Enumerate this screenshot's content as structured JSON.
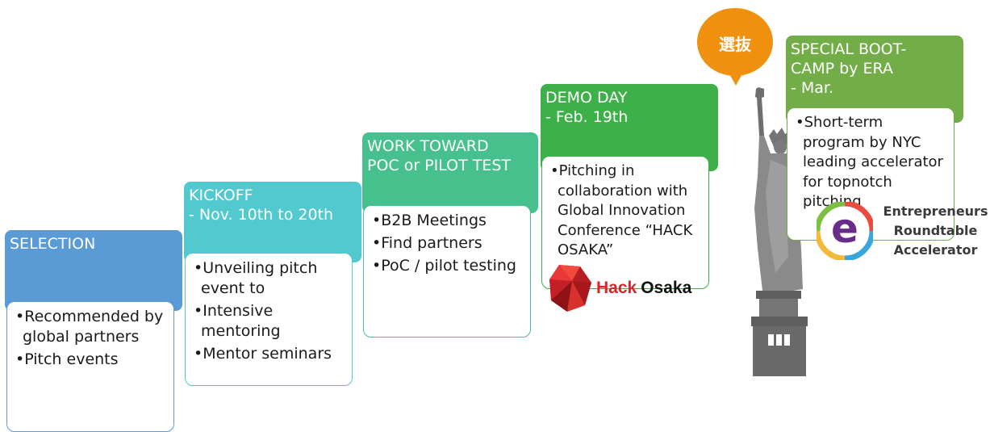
{
  "colors": {
    "selection": "#5b9bd5",
    "kickoff": "#52c8cf",
    "work": "#46c08c",
    "demo": "#3db04a",
    "special": "#72ad47",
    "badge": "#f0900f"
  },
  "stages": {
    "selection": {
      "head": [
        "SELECTION"
      ],
      "items": [
        "Recommended by global partners",
        "Pitch events"
      ]
    },
    "kickoff": {
      "head": [
        "KICKOFF",
        "- Nov. 10th to 20th"
      ],
      "items": [
        "Unveiling pitch event to",
        "Intensive mentoring",
        "Mentor seminars"
      ]
    },
    "work": {
      "head": [
        "WORK TOWARD",
        "POC or PILOT TEST"
      ],
      "items": [
        "B2B Meetings",
        "Find partners",
        "PoC / pilot testing"
      ]
    },
    "demo": {
      "head": [
        "DEMO DAY",
        "- Feb. 19th"
      ],
      "items": [
        "Pitching in collaboration with Global Innovation Conference “HACK OSAKA”"
      ]
    },
    "special": {
      "head": [
        "SPECIAL BOOT-",
        "CAMP by ERA",
        "- Mar."
      ],
      "items": [
        "Short-term program by NYC leading accelerator for topnotch pitching"
      ]
    }
  },
  "badge": {
    "text": "選抜"
  },
  "hack_osaka_logo": {
    "word1": "Hack",
    "word2": "Osaka"
  },
  "era_logo": {
    "letter": "e",
    "lines": [
      "Entrepreneurs",
      "Roundtable",
      "Accelerator"
    ]
  }
}
